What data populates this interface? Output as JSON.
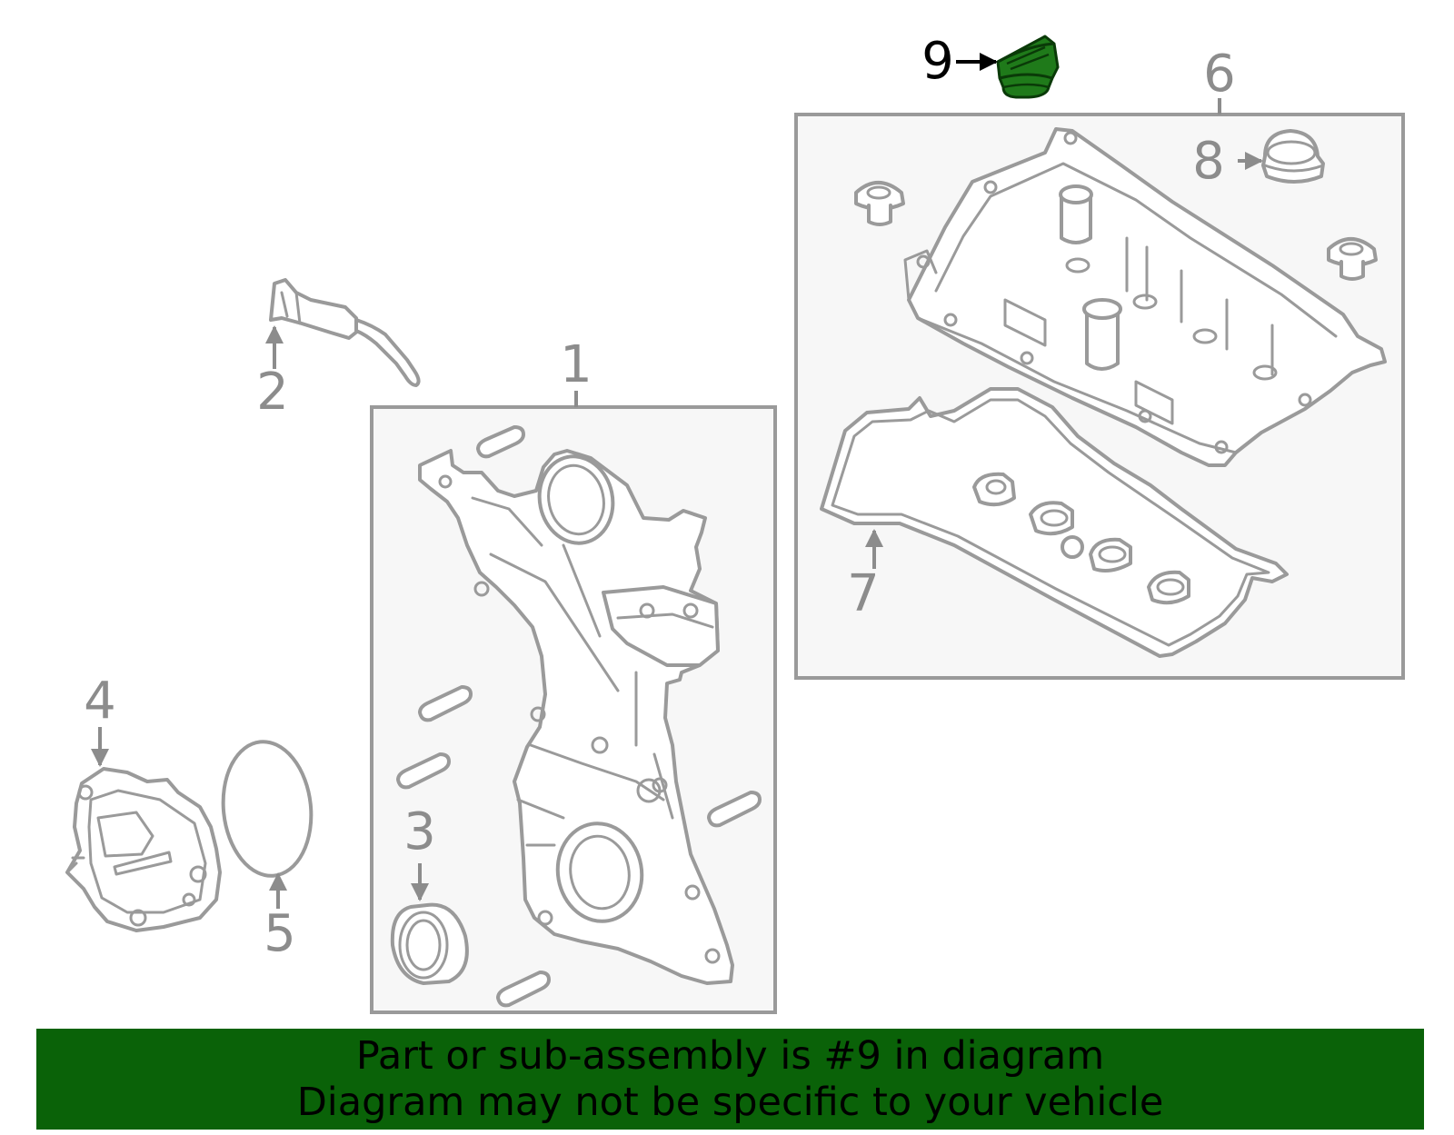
{
  "diagram": {
    "callouts": [
      "1",
      "2",
      "3",
      "4",
      "5",
      "6",
      "7",
      "8",
      "9"
    ],
    "highlighted_callout": "9",
    "highlight_color": "#1f7a1a",
    "line_color": "#9a9a9a"
  },
  "footer": {
    "line1": "Part or sub-assembly is #9 in diagram",
    "line2": "Diagram may not be specific to your vehicle",
    "background": "#0a6208"
  }
}
